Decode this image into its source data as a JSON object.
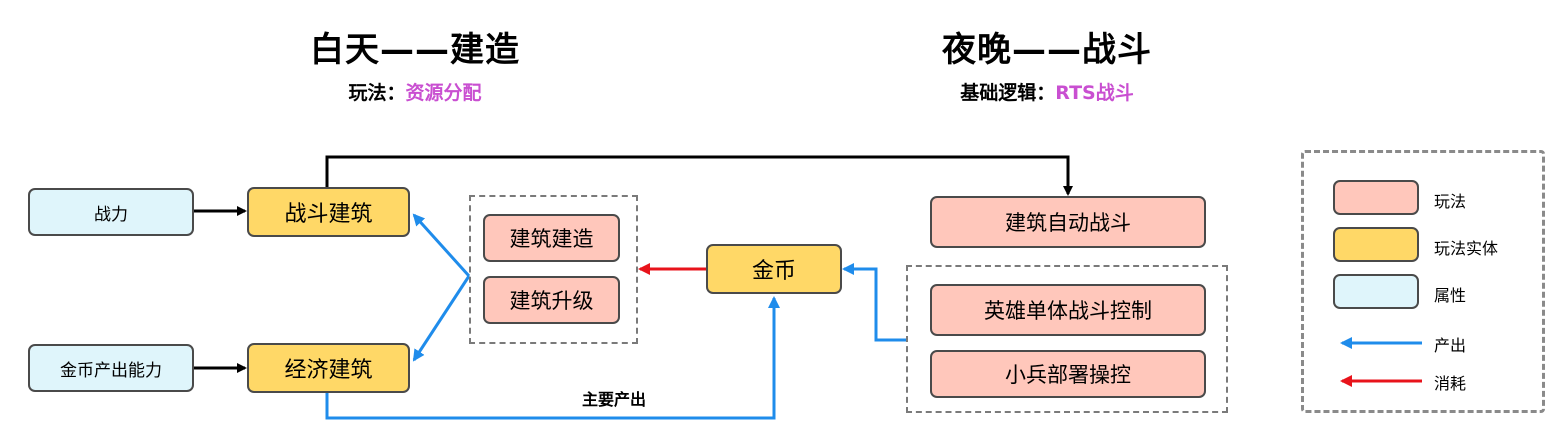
{
  "day": {
    "title": "白天——建造",
    "subtitle_prefix": "玩法：",
    "subtitle_value": "资源分配"
  },
  "night": {
    "title": "夜晚——战斗",
    "subtitle_prefix": "基础逻辑：",
    "subtitle_value": "RTS战斗"
  },
  "nodes": {
    "combat_power": "战力",
    "gold_output_ability": "金币产出能力",
    "combat_building": "战斗建筑",
    "economic_building": "经济建筑",
    "building_construct": "建筑建造",
    "building_upgrade": "建筑升级",
    "gold": "金币",
    "auto_battle": "建筑自动战斗",
    "hero_control": "英雄单体战斗控制",
    "soldier_deploy": "小兵部署操控"
  },
  "flow_labels": {
    "main_output": "主要产出"
  },
  "legend": {
    "play": "玩法",
    "entity": "玩法实体",
    "attribute": "属性",
    "output": "产出",
    "consume": "消耗"
  },
  "colors": {
    "play_fill": "#ffc7bb",
    "entity_fill": "#ffd867",
    "attribute_fill": "#dff5fb",
    "output_arrow": "#1f8ceb",
    "consume_arrow": "#e8131b",
    "accent_text": "#c94fd1"
  }
}
